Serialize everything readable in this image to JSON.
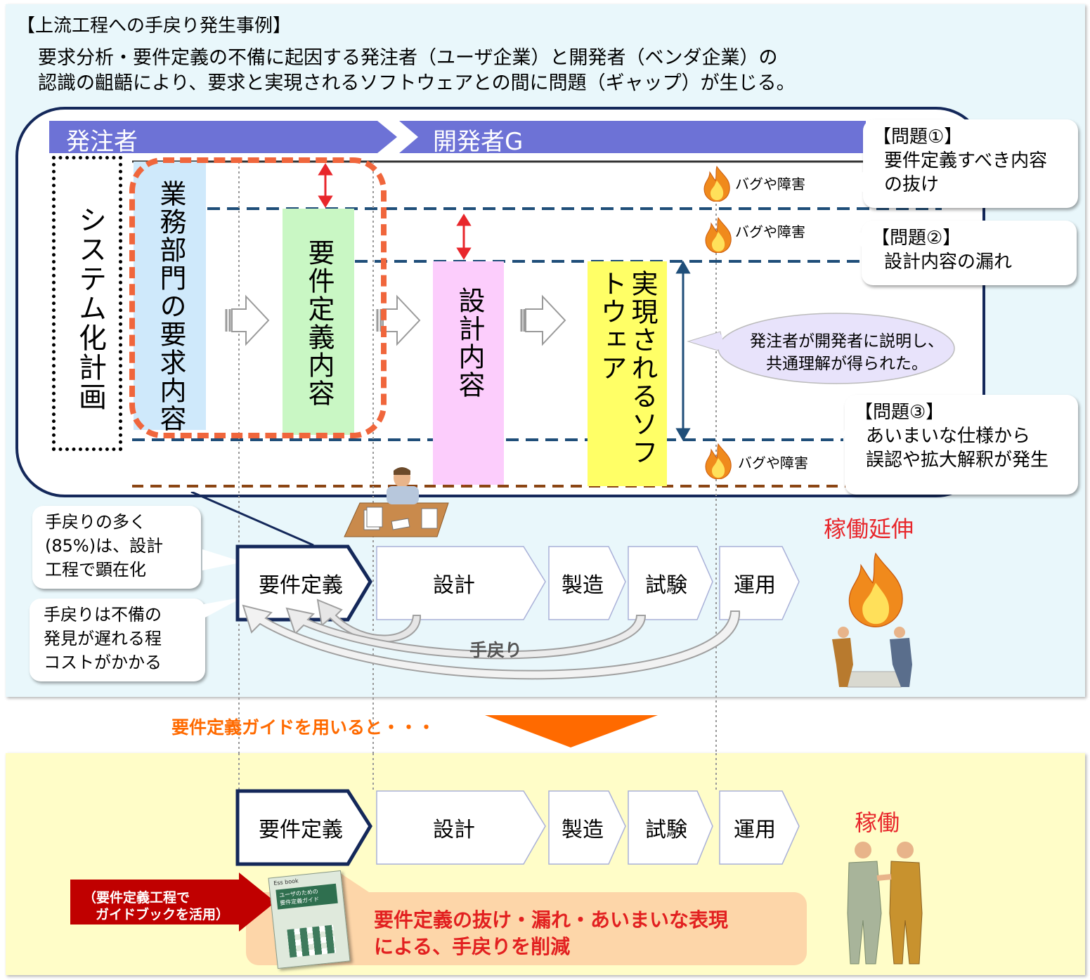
{
  "header": {
    "title": "【上流工程への手戻り発生事例】",
    "desc_line1": "要求分析・要件定義の不備に起因する発注者（ユーザ企業）と開発者（ベンダ企業）の",
    "desc_line2": "認識の齟齬により、要求と実現されるソフトウェアとの間に問題（ギャップ）が生じる。"
  },
  "roles": {
    "orderer": "発注者",
    "developer": "開発者G"
  },
  "columns": {
    "system_plan": "システム化計画",
    "business_req": "業務部門の要求内容",
    "req_def_content": "要件定義内容",
    "design_content": "設計内容",
    "software": "実現されるソフトウェア"
  },
  "problems": {
    "p1_title": "【問題①】",
    "p1_line1": "要件定義すべき内容",
    "p1_line2": "の抜け",
    "p2_title": "【問題②】",
    "p2_line1": "設計内容の漏れ",
    "p3_title": "【問題③】",
    "p3_line1": "あいまいな仕様から",
    "p3_line2": "誤認や拡大解釈が発生"
  },
  "bug_label": "バグや障害",
  "speech": {
    "line1": "発注者が開発者に説明し、",
    "line2": "共通理解が得られた。"
  },
  "notes": {
    "n1_line1": "手戻りの多く",
    "n1_line2": "(85%)は、設計",
    "n1_line3": "工程で顕在化",
    "n2_line1": "手戻りは不備の",
    "n2_line2": "発見が遅れる程",
    "n2_line3": "コストがかかる"
  },
  "process": {
    "req": "要件定義",
    "design": "設計",
    "manufacture": "製造",
    "test": "試験",
    "operation": "運用"
  },
  "rework_label": "手戻り",
  "delay_label": "稼働延伸",
  "transition_label": "要件定義ガイドを用いると・・・",
  "running_label": "稼働",
  "guide_banner": {
    "line1": "（要件定義工程で",
    "line2": "ガイドブックを活用）"
  },
  "book": {
    "top": "Ess book",
    "t1": "ユーザのための",
    "t2": "要件定義ガイド"
  },
  "result": {
    "line1": "要件定義の抜け・漏れ・あいまいな表現",
    "line2": "による、手戻りを削減"
  },
  "colors": {
    "top_bg": "#e9f7fb",
    "bottom_bg": "#fffdc8",
    "role_bar": "#6d72d6",
    "frame": "#14285a",
    "accent_red": "#e8262b",
    "accent_orange": "#ff6a00",
    "dash_orange": "#f0663c",
    "col_blue": "#cfe9fb",
    "col_green": "#c9f7c4",
    "col_pink": "#fccdfc",
    "col_yellow": "#ffff66",
    "guide_red": "#c00000",
    "result_bg": "#fdd6a9",
    "result_text": "#e22020"
  }
}
